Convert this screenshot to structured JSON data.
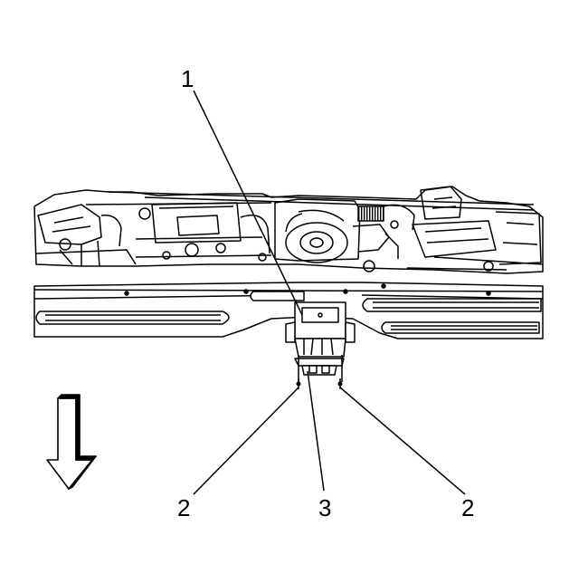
{
  "callouts": [
    {
      "id": "1",
      "label": "1"
    },
    {
      "id": "2a",
      "label": "2"
    },
    {
      "id": "3",
      "label": "3"
    },
    {
      "id": "2b",
      "label": "2"
    }
  ],
  "arrow": {
    "icon": "down-arrow-icon",
    "meaning": "vehicle-front-direction"
  }
}
